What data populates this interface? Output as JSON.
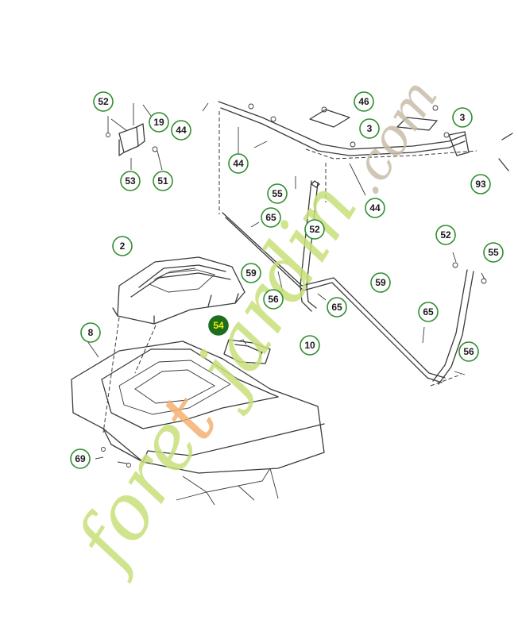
{
  "diagram": {
    "colors": {
      "callout_ring": "#2f8f2f",
      "highlight_fill": "#1f6e1f",
      "highlight_text": "#f4f000",
      "line": "#3a3a3a"
    },
    "callouts": [
      {
        "id": "c52a",
        "label": "52"
      },
      {
        "id": "c19",
        "label": "19"
      },
      {
        "id": "c44a",
        "label": "44"
      },
      {
        "id": "c53",
        "label": "53"
      },
      {
        "id": "c51",
        "label": "51"
      },
      {
        "id": "c46",
        "label": "46"
      },
      {
        "id": "c3a",
        "label": "3"
      },
      {
        "id": "c3b",
        "label": "3"
      },
      {
        "id": "c44b",
        "label": "44"
      },
      {
        "id": "c55a",
        "label": "55"
      },
      {
        "id": "c65a",
        "label": "65"
      },
      {
        "id": "c52b",
        "label": "52"
      },
      {
        "id": "c44c",
        "label": "44"
      },
      {
        "id": "c93",
        "label": "93"
      },
      {
        "id": "c52c",
        "label": "52"
      },
      {
        "id": "c55b",
        "label": "55"
      },
      {
        "id": "c2",
        "label": "2"
      },
      {
        "id": "c59a",
        "label": "59"
      },
      {
        "id": "c59b",
        "label": "59"
      },
      {
        "id": "c56a",
        "label": "56"
      },
      {
        "id": "c65b",
        "label": "65"
      },
      {
        "id": "c65c",
        "label": "65"
      },
      {
        "id": "c54",
        "label": "54",
        "highlighted": true
      },
      {
        "id": "c8",
        "label": "8"
      },
      {
        "id": "c10",
        "label": "10"
      },
      {
        "id": "c56b",
        "label": "56"
      },
      {
        "id": "c69",
        "label": "69"
      }
    ],
    "watermark": {
      "text_a": "fore",
      "text_b": "t",
      "text_c": "jardin",
      "text_d": ".com",
      "color_green": "#c8e07a",
      "color_orange": "#f5b070",
      "color_brown": "#c8bca8"
    }
  }
}
